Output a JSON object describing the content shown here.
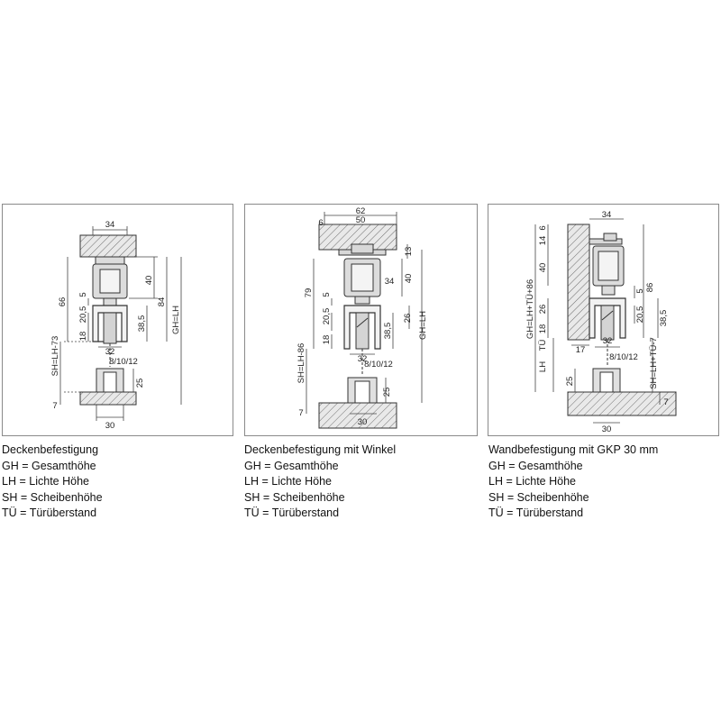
{
  "panels": [
    {
      "title": "Deckenbefestigung",
      "dims": {
        "top_width": "34",
        "d40": "40",
        "d84": "84",
        "d66": "66",
        "d5": "5",
        "d20_5": "20,5",
        "d18": "18",
        "d38_5": "38,5",
        "gh": "GH=LH",
        "sh": "SH=LH-73",
        "d32": "32",
        "gap": "8/10/12",
        "d25": "25",
        "d7": "7",
        "bottom_width": "30"
      }
    },
    {
      "title": "Deckenbefestigung mit Winkel",
      "dims": {
        "d62": "62",
        "d6": "6",
        "d50": "50",
        "d13": "13",
        "d79": "79",
        "d40": "40",
        "d34": "34",
        "d5": "5",
        "d20_5": "20,5",
        "d26": "26",
        "d18": "18",
        "d38_5": "38,5",
        "gh": "GH=LH",
        "sh": "SH=LH-86",
        "d32": "32",
        "gap": "8/10/12",
        "d25": "25",
        "d7": "7",
        "bottom_width": "30"
      }
    },
    {
      "title": "Wandbefestigung mit GKP 30 mm",
      "dims": {
        "d34": "34",
        "d6": "6",
        "d14": "14",
        "d40": "40",
        "d86": "86",
        "d5": "5",
        "d26": "26",
        "d20_5": "20,5",
        "d38_5": "38,5",
        "d18": "18",
        "tu": "TÜ",
        "gh": "GH=LH+TÜ+86",
        "d17": "17",
        "d32": "32",
        "gap": "8/10/12",
        "lh": "LH",
        "sh": "SH=LH+TÜ-7",
        "d25": "25",
        "d7": "7",
        "bottom_width": "30"
      }
    }
  ],
  "legend_lines": [
    {
      "abbr": "GH",
      "eq": "=",
      "text": "Gesamthöhe"
    },
    {
      "abbr": "LH",
      "eq": "=",
      "text": "Lichte Höhe"
    },
    {
      "abbr": "SH",
      "eq": "=",
      "text": "Scheibenhöhe"
    },
    {
      "abbr": "TÜ",
      "eq": "=",
      "text": "Türüberstand"
    }
  ]
}
